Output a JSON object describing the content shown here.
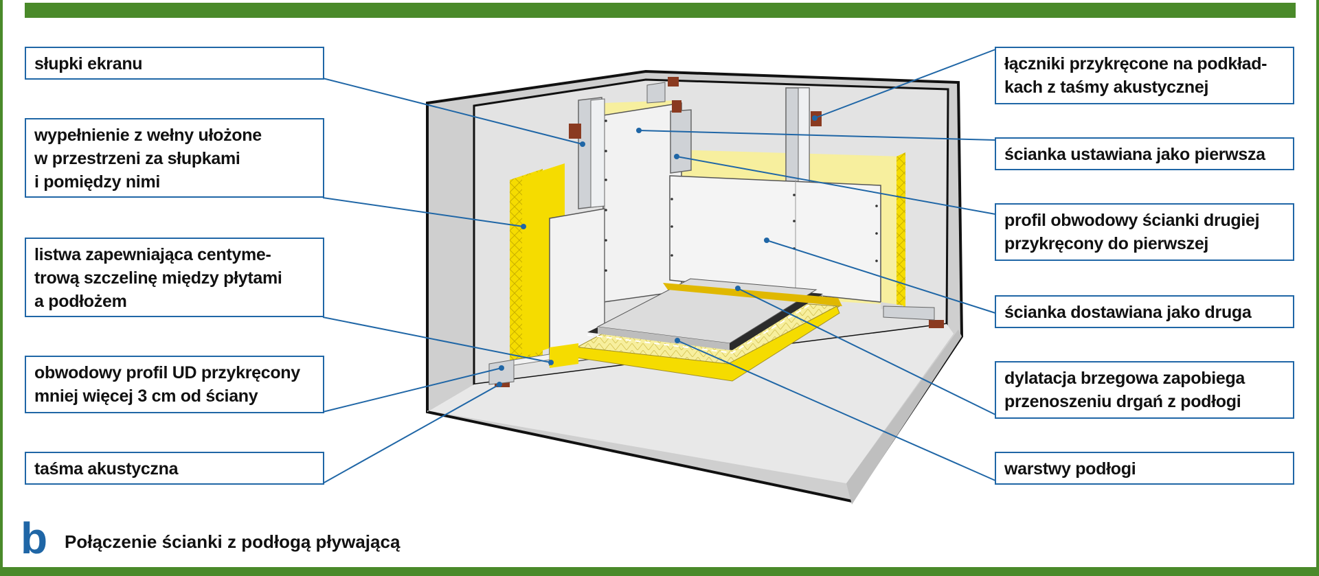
{
  "labels_left": [
    {
      "lines": [
        "słupki ekranu"
      ]
    },
    {
      "lines": [
        "wypełnienie z wełny ułożone",
        "w przestrzeni za słupkami",
        "i pomiędzy nimi"
      ]
    },
    {
      "lines": [
        "listwa zapewniająca centyme-",
        "trową szczelinę między płytami",
        "a podłożem"
      ]
    },
    {
      "lines": [
        "obwodowy profil UD przykręcony",
        "mniej więcej 3 cm od ściany"
      ]
    },
    {
      "lines": [
        "taśma akustyczna"
      ]
    }
  ],
  "labels_right": [
    {
      "lines": [
        "łączniki przykręcone na podkład-",
        "kach z taśmy akustycznej"
      ]
    },
    {
      "lines": [
        "ścianka ustawiana jako pierwsza"
      ]
    },
    {
      "lines": [
        "profil obwodowy ścianki drugiej",
        "przykręcony do pierwszej"
      ]
    },
    {
      "lines": [
        "ścianka dostawiana jako druga"
      ]
    },
    {
      "lines": [
        "dylatacja brzegowa zapobiega",
        "przenoszeniu drgań z podłogi"
      ]
    },
    {
      "lines": [
        "warstwy podłogi"
      ]
    }
  ],
  "caption": {
    "letter": "b",
    "text": "Połączenie ścianki z podłogą pływającą"
  },
  "colors": {
    "frame_green": "#4a8a2a",
    "leader_blue": "#1f66a6",
    "insulation_yellow": "#f5dc00",
    "wool_light": "#f7f0a8",
    "room_grey": "#d4d4d4",
    "board_white": "#f4f4f4",
    "acoustic_tape": "#8a3a20"
  }
}
